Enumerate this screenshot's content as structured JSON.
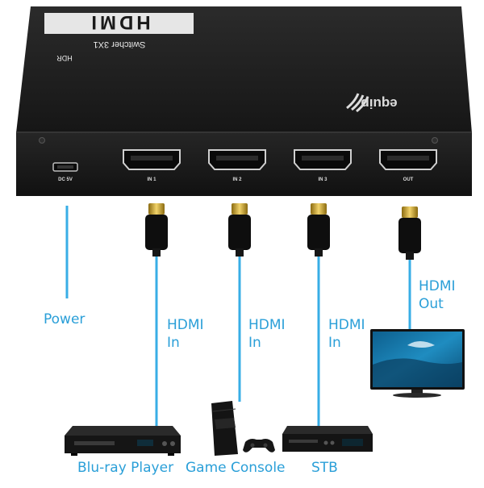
{
  "device": {
    "top_print": {
      "line1": "HDMI",
      "line2": "Switcher 3X1",
      "line3": "HDR"
    },
    "brand": "equip",
    "ports": [
      {
        "id": "dc",
        "label": "DC 5V"
      },
      {
        "id": "in1",
        "label": "IN 1"
      },
      {
        "id": "in2",
        "label": "IN 2"
      },
      {
        "id": "in3",
        "label": "IN 3"
      },
      {
        "id": "out",
        "label": "OUT"
      }
    ]
  },
  "connections": {
    "power": {
      "label": "Power"
    },
    "in1": {
      "line1": "HDMI",
      "line2": "In"
    },
    "in2": {
      "line1": "HDMI",
      "line2": "In"
    },
    "in3": {
      "line1": "HDMI",
      "line2": "In"
    },
    "out": {
      "line1": "HDMI",
      "line2": "Out"
    }
  },
  "sources": [
    {
      "id": "bluray",
      "label": "Blu-ray Player"
    },
    {
      "id": "console",
      "label": "Game Console"
    },
    {
      "id": "stb",
      "label": "STB"
    }
  ],
  "colors": {
    "cable": "#38aee6",
    "label": "#2a9fd8",
    "device_body": "#1c1c1c"
  }
}
